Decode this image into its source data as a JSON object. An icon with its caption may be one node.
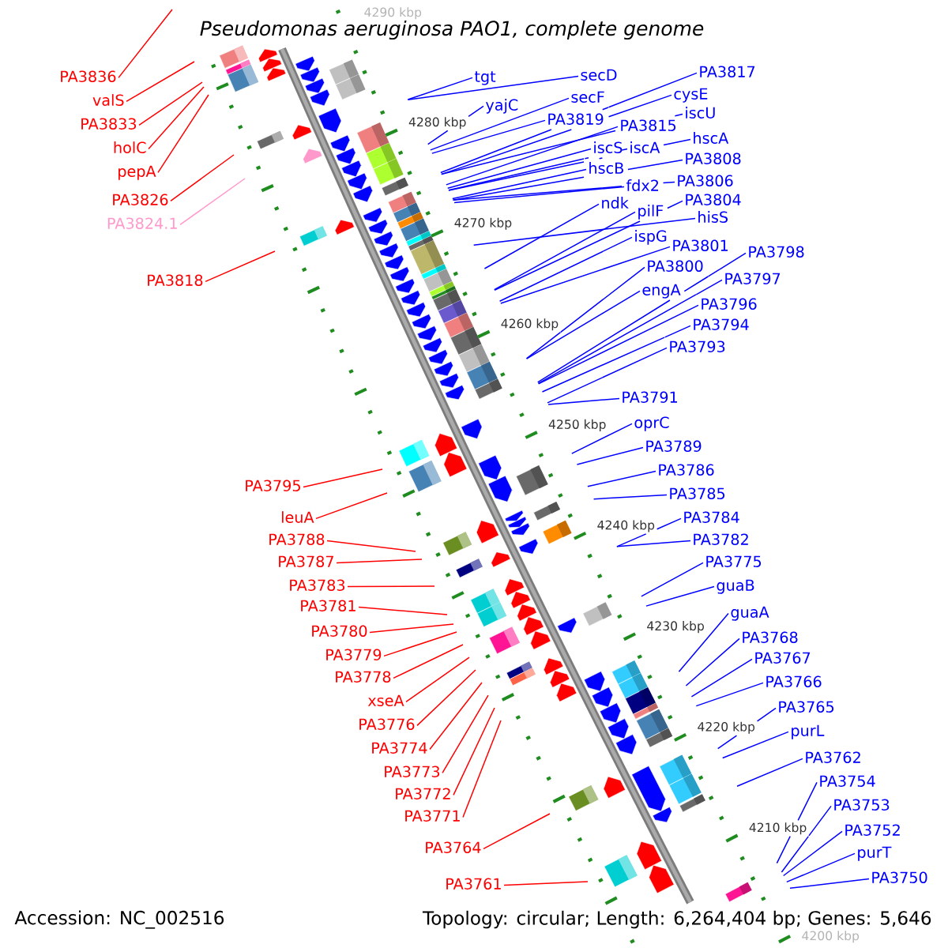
{
  "diagram": {
    "title": "Pseudomonas aeruginosa PAO1, complete genome",
    "nodes": [
      {
        "text": [
          "PA3836"
        ]
      },
      {
        "text": [
          "valS"
        ]
      },
      {
        "text": [
          "PA3833"
        ]
      },
      {
        "text": [
          "holC"
        ]
      },
      {
        "text": [
          "pepA"
        ]
      },
      {
        "text": [
          "PA3826"
        ]
      },
      {
        "text": [
          "PA3824.1"
        ]
      },
      {
        "text": [
          "PA3818"
        ]
      },
      {
        "text": [
          "PA3795"
        ]
      },
      {
        "text": [
          "leuA"
        ]
      },
      {
        "text": [
          "PA3788"
        ]
      },
      {
        "text": [
          "PA3787"
        ]
      },
      {
        "text": [
          "PA3783"
        ]
      },
      {
        "text": [
          "PA3781"
        ]
      },
      {
        "text": [
          "PA3780"
        ]
      },
      {
        "text": [
          "PA3779"
        ]
      },
      {
        "text": [
          "PA3778"
        ]
      },
      {
        "text": [
          "xseA"
        ]
      },
      {
        "text": [
          "PA3776"
        ]
      },
      {
        "text": [
          "PA3774"
        ]
      },
      {
        "text": [
          "PA3773"
        ]
      },
      {
        "text": [
          "PA3772"
        ]
      },
      {
        "text": [
          "PA3771"
        ]
      },
      {
        "text": [
          "PA3764"
        ]
      },
      {
        "text": [
          "PA3761"
        ]
      },
      {
        "text": [
          "tgt"
        ]
      },
      {
        "text": [
          "yajC"
        ]
      },
      {
        "text": [
          "secD"
        ]
      },
      {
        "text": [
          "secF"
        ]
      },
      {
        "text": [
          "PA3819"
        ]
      },
      {
        "text": [
          "PA3817"
        ]
      },
      {
        "text": [
          "cysE"
        ]
      },
      {
        "text": [
          "PA3815"
        ]
      },
      {
        "text": [
          "iscS"
        ]
      },
      {
        "text": [
          "iscU"
        ]
      },
      {
        "text": [
          "iscA"
        ]
      },
      {
        "text": [
          "hscB"
        ]
      },
      {
        "text": [
          "hscA"
        ]
      },
      {
        "text": [
          "PA3808"
        ]
      },
      {
        "text": [
          "fdx2"
        ]
      },
      {
        "text": [
          "ndk"
        ]
      },
      {
        "text": [
          "PA3806"
        ]
      },
      {
        "text": [
          "pilF"
        ]
      },
      {
        "text": [
          "PA3804"
        ]
      },
      {
        "text": [
          "ispG"
        ]
      },
      {
        "text": [
          "hisS"
        ]
      },
      {
        "text": [
          "PA3801"
        ]
      },
      {
        "text": [
          "PA3800"
        ]
      },
      {
        "text": [
          "engA"
        ]
      },
      {
        "text": [
          "PA3798"
        ]
      },
      {
        "text": [
          "PA3797"
        ]
      },
      {
        "text": [
          "PA3796"
        ]
      },
      {
        "text": [
          "PA3794"
        ]
      },
      {
        "text": [
          "PA3793"
        ]
      },
      {
        "text": [
          "PA3791"
        ]
      },
      {
        "text": [
          "oprC"
        ]
      },
      {
        "text": [
          "PA3789"
        ]
      },
      {
        "text": [
          "PA3786"
        ]
      },
      {
        "text": [
          "PA3785"
        ]
      },
      {
        "text": [
          "PA3784"
        ]
      },
      {
        "text": [
          "PA3782"
        ]
      },
      {
        "text": [
          "PA3775"
        ]
      },
      {
        "text": [
          "guaB"
        ]
      },
      {
        "text": [
          "guaA"
        ]
      },
      {
        "text": [
          "PA3768"
        ]
      },
      {
        "text": [
          "PA3767"
        ]
      },
      {
        "text": [
          "PA3766"
        ]
      },
      {
        "text": [
          "PA3765"
        ]
      },
      {
        "text": [
          "purL"
        ]
      },
      {
        "text": [
          "PA3762"
        ]
      },
      {
        "text": [
          "PA3754"
        ]
      },
      {
        "text": [
          "PA3753"
        ]
      },
      {
        "text": [
          "PA3752"
        ]
      },
      {
        "text": [
          "purT"
        ]
      },
      {
        "text": [
          "PA3750"
        ]
      }
    ],
    "edges": [
      {
        "from": 0,
        "to": null,
        "arrow": "none",
        "color": "#ff0000"
      },
      {
        "from": 1,
        "to": null,
        "arrow": "none",
        "color": "#ff0000"
      },
      {
        "from": 2,
        "to": null,
        "arrow": "none",
        "color": "#ff0000"
      },
      {
        "from": 3,
        "to": null,
        "arrow": "none",
        "color": "#ff0000"
      },
      {
        "from": 4,
        "to": null,
        "arrow": "none",
        "color": "#ff0000"
      },
      {
        "from": 5,
        "to": null,
        "arrow": "none",
        "color": "#ff0000"
      },
      {
        "from": 6,
        "to": null,
        "arrow": "none",
        "color": "#ff99cc"
      },
      {
        "from": 7,
        "to": null,
        "arrow": "none",
        "color": "#ff0000"
      },
      {
        "from": 8,
        "to": null,
        "arrow": "none",
        "color": "#ff0000"
      },
      {
        "from": 9,
        "to": null,
        "arrow": "none",
        "color": "#ff0000"
      },
      {
        "from": 10,
        "to": null,
        "arrow": "none",
        "color": "#ff0000"
      },
      {
        "from": 11,
        "to": null,
        "arrow": "none",
        "color": "#ff0000"
      },
      {
        "from": 12,
        "to": null,
        "arrow": "none",
        "color": "#ff0000"
      },
      {
        "from": 13,
        "to": null,
        "arrow": "none",
        "color": "#ff0000"
      },
      {
        "from": 14,
        "to": null,
        "arrow": "none",
        "color": "#ff0000"
      },
      {
        "from": 15,
        "to": null,
        "arrow": "none",
        "color": "#ff0000"
      },
      {
        "from": 16,
        "to": null,
        "arrow": "none",
        "color": "#ff0000"
      },
      {
        "from": 17,
        "to": null,
        "arrow": "none",
        "color": "#ff0000"
      },
      {
        "from": 18,
        "to": null,
        "arrow": "none",
        "color": "#ff0000"
      },
      {
        "from": 19,
        "to": null,
        "arrow": "none",
        "color": "#ff0000"
      },
      {
        "from": 20,
        "to": null,
        "arrow": "none",
        "color": "#ff0000"
      },
      {
        "from": 21,
        "to": null,
        "arrow": "none",
        "color": "#ff0000"
      },
      {
        "from": 22,
        "to": null,
        "arrow": "none",
        "color": "#ff0000"
      },
      {
        "from": 23,
        "to": null,
        "arrow": "none",
        "color": "#ff0000"
      },
      {
        "from": 24,
        "to": null,
        "arrow": "none",
        "color": "#ff0000"
      },
      {
        "from": 25,
        "to": null,
        "arrow": "none"
      },
      {
        "from": 26,
        "to": null,
        "arrow": "none"
      },
      {
        "from": 27,
        "to": null,
        "arrow": "none"
      },
      {
        "from": 28,
        "to": null,
        "arrow": "none"
      },
      {
        "from": 29,
        "to": null,
        "arrow": "none"
      },
      {
        "from": 30,
        "to": null,
        "arrow": "none"
      },
      {
        "from": 31,
        "to": null,
        "arrow": "none"
      },
      {
        "from": 32,
        "to": null,
        "arrow": "none"
      },
      {
        "from": 33,
        "to": null,
        "arrow": "none"
      },
      {
        "from": 34,
        "to": null,
        "arrow": "none"
      },
      {
        "from": 35,
        "to": null,
        "arrow": "none"
      },
      {
        "from": 36,
        "to": null,
        "arrow": "none"
      },
      {
        "from": 37,
        "to": null,
        "arrow": "none"
      },
      {
        "from": 38,
        "to": null,
        "arrow": "none"
      },
      {
        "from": 39,
        "to": null,
        "arrow": "none"
      },
      {
        "from": 40,
        "to": null,
        "arrow": "none"
      },
      {
        "from": 41,
        "to": null,
        "arrow": "none"
      },
      {
        "from": 42,
        "to": null,
        "arrow": "none"
      },
      {
        "from": 43,
        "to": null,
        "arrow": "none"
      },
      {
        "from": 44,
        "to": null,
        "arrow": "none"
      },
      {
        "from": 45,
        "to": null,
        "arrow": "none"
      },
      {
        "from": 46,
        "to": null,
        "arrow": "none"
      },
      {
        "from": 47,
        "to": null,
        "arrow": "none"
      },
      {
        "from": 48,
        "to": null,
        "arrow": "none"
      },
      {
        "from": 49,
        "to": null,
        "arrow": "none"
      },
      {
        "from": 50,
        "to": null,
        "arrow": "none"
      },
      {
        "from": 51,
        "to": null,
        "arrow": "none"
      },
      {
        "from": 52,
        "to": null,
        "arrow": "none"
      },
      {
        "from": 53,
        "to": null,
        "arrow": "none"
      },
      {
        "from": 54,
        "to": null,
        "arrow": "none"
      },
      {
        "from": 55,
        "to": null,
        "arrow": "none"
      },
      {
        "from": 56,
        "to": null,
        "arrow": "none"
      },
      {
        "from": 57,
        "to": null,
        "arrow": "none"
      },
      {
        "from": 58,
        "to": null,
        "arrow": "none"
      },
      {
        "from": 59,
        "to": null,
        "arrow": "none"
      },
      {
        "from": 60,
        "to": null,
        "arrow": "none"
      },
      {
        "from": 61,
        "to": null,
        "arrow": "none"
      },
      {
        "from": 62,
        "to": null,
        "arrow": "none"
      },
      {
        "from": 63,
        "to": null,
        "arrow": "none"
      },
      {
        "from": 64,
        "to": null,
        "arrow": "none"
      },
      {
        "from": 65,
        "to": null,
        "arrow": "none"
      },
      {
        "from": 66,
        "to": null,
        "arrow": "none"
      },
      {
        "from": 67,
        "to": null,
        "arrow": "none"
      },
      {
        "from": 68,
        "to": null,
        "arrow": "none"
      },
      {
        "from": 69,
        "to": null,
        "arrow": "none"
      },
      {
        "from": 70,
        "to": null,
        "arrow": "none"
      },
      {
        "from": 71,
        "to": null,
        "arrow": "none"
      },
      {
        "from": 72,
        "to": null,
        "arrow": "none"
      },
      {
        "from": 73,
        "to": null,
        "arrow": "none"
      },
      {
        "from": 74,
        "to": null,
        "arrow": "none"
      }
    ],
    "labels": [
      "4290 kbp",
      "4280 kbp",
      "4270 kbp",
      "4260 kbp",
      "4250 kbp",
      "4240 kbp",
      "4230 kbp",
      "4220 kbp",
      "4210 kbp",
      "4200 kbp",
      "Accession: NC_002516",
      "Topology: circular; Length: 6,264,404 bp; Genes: 5,646"
    ]
  }
}
